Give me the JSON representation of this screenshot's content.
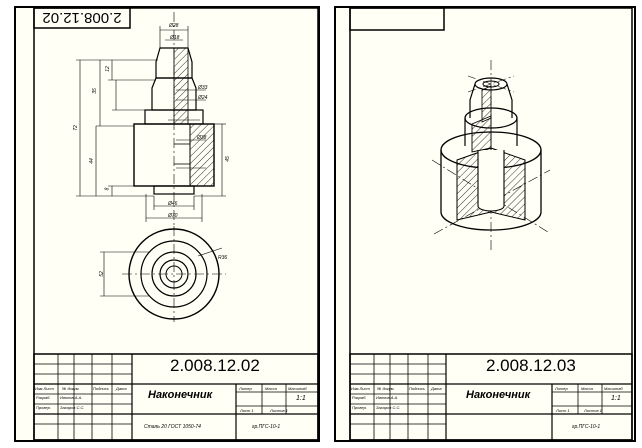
{
  "sheet1": {
    "rotated_code": "2.008.12.02",
    "designation": "2.008.12.02",
    "part_name": "Наконечник",
    "material": "Сталь 20 ГОСТ 1050-74",
    "group": "гр.ПГС-10-1",
    "scale": "1:1",
    "sheet_label": "Лист 1",
    "sheets_label": "Листов 1",
    "col_lit": "Литер",
    "col_mass": "Масса",
    "col_scale": "Масштаб",
    "col_izm": "Изм.Лист",
    "col_doc": "№ докум.",
    "col_sign": "Подпись",
    "col_date": "Дата",
    "row_razrab": "Разраб.",
    "row_prov": "Провер.",
    "razrab_name": "Ивонов А.А.",
    "prov_name": "Захаров С.С."
  },
  "sheet2": {
    "designation": "2.008.12.03",
    "part_name": "Наконечник",
    "group": "гр.ПГС-10-1",
    "scale": "1:1",
    "sheet_label": "Лист 1",
    "sheets_label": "Листов 1",
    "col_lit": "Литер",
    "col_mass": "Масса",
    "col_scale": "Масштаб",
    "col_izm": "Изм.Лист",
    "col_doc": "№ докум.",
    "col_sign": "Подпись",
    "col_date": "Дата",
    "row_razrab": "Разраб.",
    "row_prov": "Провер.",
    "razrab_name": "Ивонов А.А.",
    "prov_name": "Захаров С.С."
  },
  "dims": {
    "d_top": "Ø28",
    "d_18": "Ø18",
    "d_33": "Ø33",
    "d_24": "Ø24",
    "d_bore": "Ø38",
    "d_base": "Ø46",
    "d_bottom": "Ø70",
    "h_12": "12",
    "h_35": "35",
    "h_72": "72",
    "h_44": "44",
    "h_8": "8",
    "h_45": "45",
    "h_52": "52",
    "r_36": "R36"
  },
  "colors": {
    "line": "#000000",
    "paper": "#fffff5",
    "hatch": "#000000"
  }
}
